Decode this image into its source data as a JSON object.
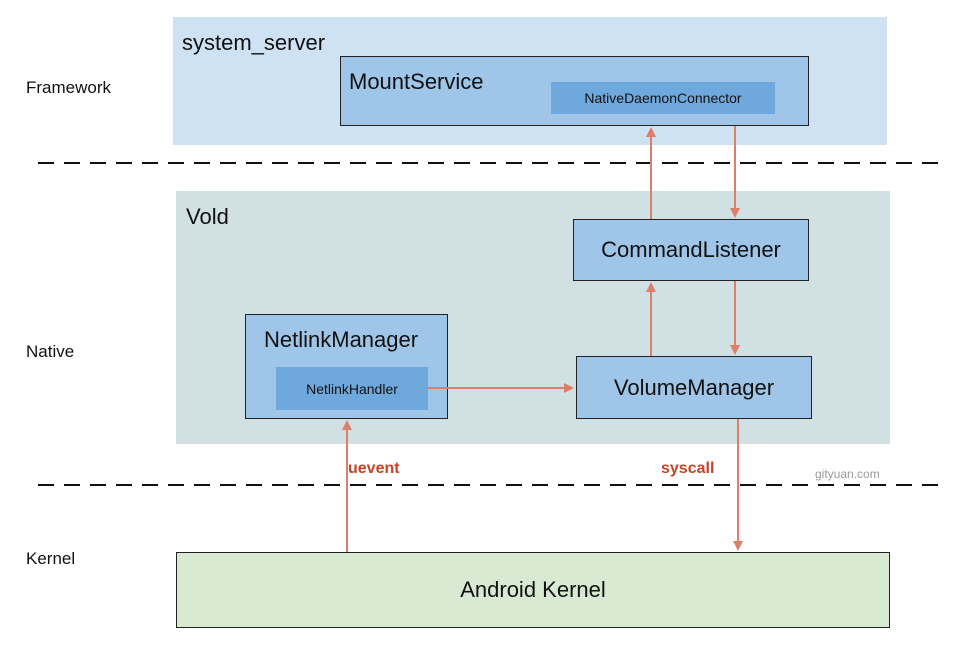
{
  "layers": {
    "framework": "Framework",
    "native": "Native",
    "kernel": "Kernel"
  },
  "system_server": {
    "title": "system_server",
    "mount_service": {
      "title": "MountService",
      "connector": "NativeDaemonConnector"
    }
  },
  "vold": {
    "title": "Vold",
    "command_listener": "CommandListener",
    "netlink_manager": {
      "title": "NetlinkManager",
      "handler": "NetlinkHandler"
    },
    "volume_manager": "VolumeManager"
  },
  "kernel": {
    "title": "Android Kernel"
  },
  "edges": {
    "uevent": "uevent",
    "syscall": "syscall"
  },
  "watermark": "gityuan.com",
  "colors": {
    "framework_region": "#cfe2f3",
    "native_region": "#d0e0e3",
    "kernel_box": "#d9ead3",
    "component_box": "#9fc5e8",
    "inner_box": "#6fa8dc",
    "arrow": "#dd7e6b",
    "edge_label": "#cc4125"
  }
}
